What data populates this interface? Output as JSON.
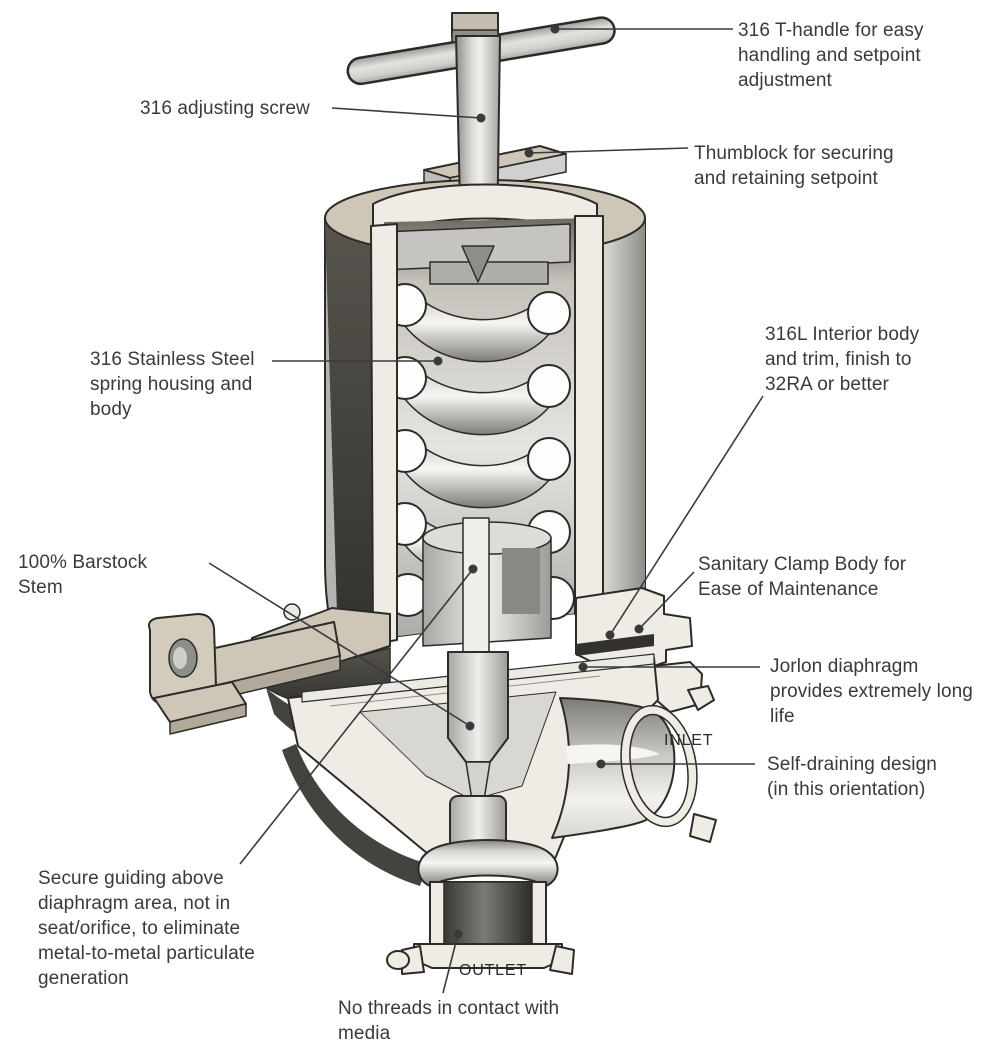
{
  "figure": {
    "kind": "valve-cutaway-diagram",
    "callouts": {
      "t_handle": {
        "lines": [
          "316 T-handle for easy",
          "handling and setpoint",
          "adjustment"
        ]
      },
      "adjusting_screw": {
        "lines": [
          "316 adjusting screw"
        ]
      },
      "thumblock": {
        "lines": [
          "Thumblock for securing",
          "and retaining setpoint"
        ]
      },
      "spring_housing": {
        "lines": [
          "316 Stainless Steel",
          "spring housing and",
          "body"
        ]
      },
      "interior_body": {
        "lines": [
          "316L Interior body",
          "and trim, finish to",
          "32RA or better"
        ]
      },
      "barstock_stem": {
        "lines": [
          "100% Barstock",
          "Stem"
        ]
      },
      "sanitary_clamp": {
        "lines": [
          "Sanitary Clamp Body for",
          "Ease of Maintenance"
        ]
      },
      "jorlon_diaphragm": {
        "lines": [
          "Jorlon diaphragm",
          "provides extremely long",
          "life"
        ]
      },
      "self_draining": {
        "lines": [
          "Self-draining design",
          "(in this orientation)"
        ]
      },
      "secure_guiding": {
        "lines": [
          "Secure guiding above",
          "diaphragm area, not in",
          "seat/orifice, to eliminate",
          "metal-to-metal particulate",
          "generation"
        ]
      },
      "no_threads": {
        "lines": [
          "No threads in contact with",
          "media"
        ]
      }
    },
    "ports": {
      "inlet": "INLET",
      "outlet": "OUTLET"
    }
  },
  "colors": {
    "ink": "#3A3A3C",
    "outline": "#2C2B28",
    "background": "#FFFFFF",
    "cut_face": "#EFECE5",
    "top_face": "#CEC7B7",
    "dark_surface": "#45433D",
    "metal_light": "#E8E7E4",
    "metal_mid": "#B5B3AF"
  }
}
